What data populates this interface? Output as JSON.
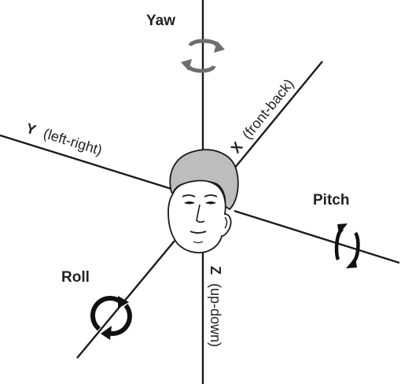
{
  "rotations": {
    "yaw": "Yaw",
    "pitch": "Pitch",
    "roll": "Roll"
  },
  "axes": {
    "x": {
      "letter": "X",
      "description": "(front-back)"
    },
    "y": {
      "letter": "Y",
      "description": "(left-right)"
    },
    "z": {
      "letter": "Z",
      "description": "(up-down)"
    }
  },
  "colors": {
    "line": "#1a1a1a",
    "text": "#222222",
    "head_skin": "#ffffff",
    "hair": "#bdbdbd",
    "yaw_arrow": "#6e6e6e",
    "arrows": "#111111"
  },
  "icons": {
    "head": "head-icon",
    "yaw": "yaw-rotation-icon",
    "pitch": "pitch-rotation-icon",
    "roll": "roll-rotation-icon"
  }
}
